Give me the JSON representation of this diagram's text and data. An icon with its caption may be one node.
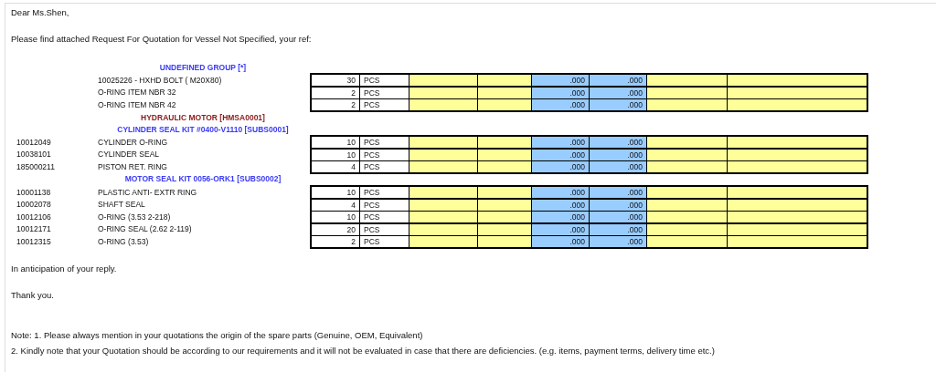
{
  "diagram": {
    "labels": [
      "Dear Ms.Shen,",
      "Please find attached Request For Quotation for Vessel Not Specified, your ref:",
      "UNDEFINED GROUP [*]",
      "10025226 - HXHD BOLT ( M20X80)",
      "30",
      "PCS",
      ".000",
      ".000",
      "O-RING ITEM NBR 32",
      "2",
      "PCS",
      ".000",
      ".000",
      "O-RING ITEM NBR 42",
      "2",
      "PCS",
      ".000",
      ".000",
      "HYDRAULIC MOTOR [HMSA0001]",
      "CYLINDER SEAL KIT #0400-V1110 [SUBS0001]",
      "10012049",
      "CYLINDER O-RING",
      "10",
      "PCS",
      ".000",
      ".000",
      "10038101",
      "CYLINDER SEAL",
      "10",
      "PCS",
      ".000",
      ".000",
      "185000211",
      "PISTON RET. RING",
      "4",
      "PCS",
      ".000",
      ".000",
      "MOTOR SEAL KIT 0056-ORK1 [SUBS0002]",
      "10001138",
      "PLASTIC ANTI- EXTR RING",
      "10",
      "PCS",
      ".000",
      ".000",
      "10002078",
      "SHAFT SEAL",
      "4",
      "PCS",
      ".000",
      ".000",
      "10012106",
      "O-RING (3.53 2-218)",
      "10",
      "PCS",
      ".000",
      ".000",
      "10012171",
      "O-RING SEAL (2.62 2-119)",
      "20",
      "PCS",
      ".000",
      ".000",
      "10012315",
      "O-RING (3.53)",
      "2",
      "PCS",
      ".000",
      ".000",
      "In anticipation of your reply.",
      "Thank you.",
      "Note: 1. Please always mention in your quotations the origin of the spare parts (Genuine, OEM, Equivalent)",
      "2. Kindly note that your Quotation should be according to our requirements and it will not be evaluated in case that there are deficiencies. (e.g. items, payment terms, delivery time etc.)"
    ]
  }
}
